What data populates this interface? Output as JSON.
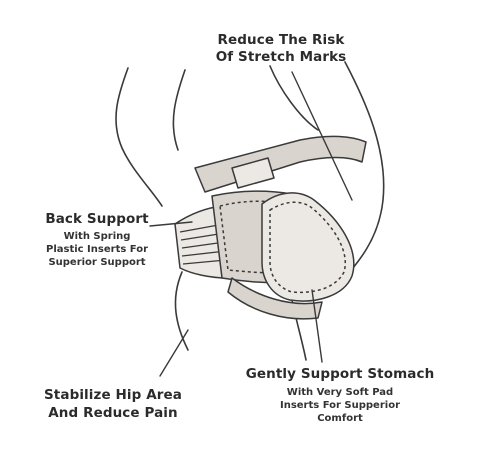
{
  "callouts": {
    "stretch_marks": {
      "line1": "Reduce The Risk",
      "line2": "Of Stretch Marks"
    },
    "back_support": {
      "title": "Back Support",
      "sub1": "With Spring",
      "sub2": "Plastic Inserts For",
      "sub3": "Superior Support"
    },
    "hip": {
      "line1": "Stabilize Hip Area",
      "line2": "And Reduce Pain"
    },
    "stomach": {
      "title": "Gently Support Stomach",
      "sub1": "With Very Soft Pad",
      "sub2": "Inserts For Supperior",
      "sub3": "Comfort"
    }
  },
  "colors": {
    "outline": "#3a3a3a",
    "belt_fill": "#d9d4cd",
    "panel_fill": "#ece9e4",
    "text": "#2b2b2b"
  },
  "icons": [
    "maternity-belt-illustration",
    "torso-outline"
  ]
}
